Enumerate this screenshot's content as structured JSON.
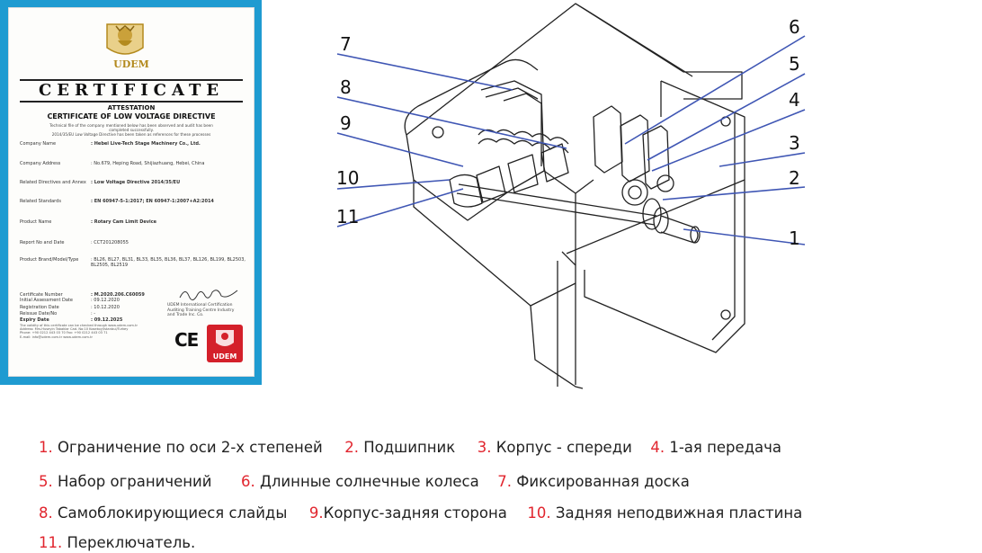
{
  "certificate": {
    "logo_text": "UDEM",
    "title": "CERTIFICATE",
    "subtitle1": "ATTESTATION",
    "subtitle2": "CERTIFICATE OF LOW VOLTAGE DIRECTIVE",
    "intro1": "Technical file of the company mentioned below has been observed and audit has been",
    "intro2": "completed successfully.",
    "intro3": "2014/35/EU Low Voltage Directive has been taken as references for these processes",
    "rows": [
      {
        "label": "Company Name",
        "value": ": Hebei Live-Tech Stage Machinery Co., Ltd."
      },
      {
        "label": "Company Address",
        "value": ": No.679, Heping Road, Shijiazhuang, Hebei, China"
      },
      {
        "label": "Related Directives and Annex",
        "value": ": Low Voltage Directive 2014/35/EU"
      },
      {
        "label": "Related Standards",
        "value": ": EN 60947-5-1:2017; EN 60947-1:2007+A2:2014"
      },
      {
        "label": "Product Name",
        "value": ": Rotary Cam Limit Device"
      },
      {
        "label": "Report No and Date",
        "value": ": CCT201208055"
      },
      {
        "label": "Product Brand/Model/Type",
        "value": ": BL26, BL27, BL31, BL33, BL35, BL36, BL37, BL126, BL199, BL2503, BL2505, BL2519"
      }
    ],
    "dates": [
      {
        "label": "Certificate Number",
        "value": ": M.2020.206.C60059"
      },
      {
        "label": "Initial Assessment Date",
        "value": ": 09.12.2020"
      },
      {
        "label": "Registration Date",
        "value": ": 10.12.2020"
      },
      {
        "label": "Reissue Date/No",
        "value": ": -"
      },
      {
        "label": "Expiry Date",
        "value": ": 09.12.2025"
      }
    ],
    "issuer_line1": "UDEM International Certification",
    "issuer_line2": "Auditing Training Centre Industry",
    "issuer_line3": "and Trade Inc. Co.",
    "ce_mark": "CE",
    "badge_text": "UDEM",
    "footer_line1": "The validity of this certificate can be checked through www.udem.com.tr",
    "footer_line2": "Address: Mrs.Huseyin Tabaklar Cad. No:10 Kosekoy/Istanbul/Turkey",
    "footer_line3": "Phone: +90 0212 443 03 70  Fax: +90 0212 443 03 71",
    "footer_line4": "E-mail: info@udem.com.tr   www.udem.com.tr",
    "colors": {
      "frame": "#1f9bd1",
      "gold": "#b38a1e",
      "badge_red": "#d4202a"
    }
  },
  "diagram": {
    "callouts": [
      "1",
      "2",
      "3",
      "4",
      "5",
      "6",
      "7",
      "8",
      "9",
      "10",
      "11"
    ],
    "line_color": "#3f56b4"
  },
  "legend": [
    [
      {
        "num": "1.",
        "text": " Ограничение по оси 2-х степеней"
      },
      {
        "num": "2.",
        "text": " Подшипник"
      },
      {
        "num": "3.",
        "text": "  Корпус - спереди"
      },
      {
        "num": "4.",
        "text": " 1-ая передача"
      }
    ],
    [
      {
        "num": "5.",
        "text": " Набор ограничений"
      },
      {
        "num": "6.",
        "text": " Длинные солнечные колеса"
      },
      {
        "num": "7.",
        "text": " Фиксированная доска"
      }
    ],
    [
      {
        "num": "8.",
        "text": " Самоблокирующиеся слайды"
      },
      {
        "num": "9.",
        "text": "Корпус-задняя сторона"
      },
      {
        "num": "10.",
        "text": " Задняя неподвижная пластина"
      }
    ],
    [
      {
        "num": "11.",
        "text": " Переключатель."
      }
    ]
  ],
  "colors": {
    "legend_number": "#e1252e",
    "legend_text": "#222222"
  }
}
